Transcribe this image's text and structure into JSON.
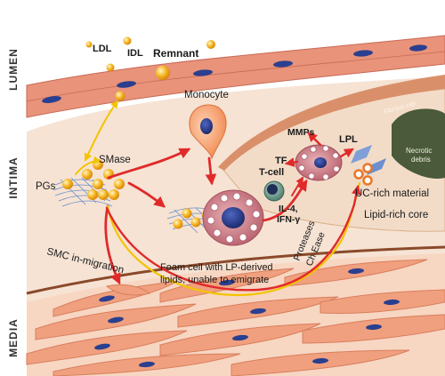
{
  "layers": {
    "lumen": "LUMEN",
    "intima": "INTIMA",
    "media": "MEDIA"
  },
  "labels": {
    "ldl": "LDL",
    "idl": "IDL",
    "remnant": "Remnant",
    "monocyte": "Monocyte",
    "smase": "SMase",
    "pgs": "PGs",
    "t_cell": "T-cell",
    "il4": "IL-4,",
    "ifn": "IFN-γ",
    "mmps": "MMPs",
    "lpl": "LPL",
    "tf": "TF",
    "uc_rich": "UC-rich material",
    "lipid_core": "Lipid-rich core",
    "fibrous_cap": "Fibrous cap",
    "necrotic_1": "Necrotic",
    "necrotic_2": "debris",
    "smc_migration": "SMC in-migration",
    "proteases": "Proteases",
    "ch_ease": "Ch Ease",
    "foam_line1": "Foam cell with LP-derived",
    "foam_line2": "lipids, unable to emigrate"
  },
  "colors": {
    "arrow": "#e02a2a",
    "yellow_arrow": "#f2c400",
    "endothelium": "#e8937a",
    "nucleus": "#2a3f8f",
    "lipoprotein": "#f5b321",
    "media_cell": "#f0a07e",
    "intima": "#f6e3d4",
    "lipid_core": "#f2dcc8"
  }
}
